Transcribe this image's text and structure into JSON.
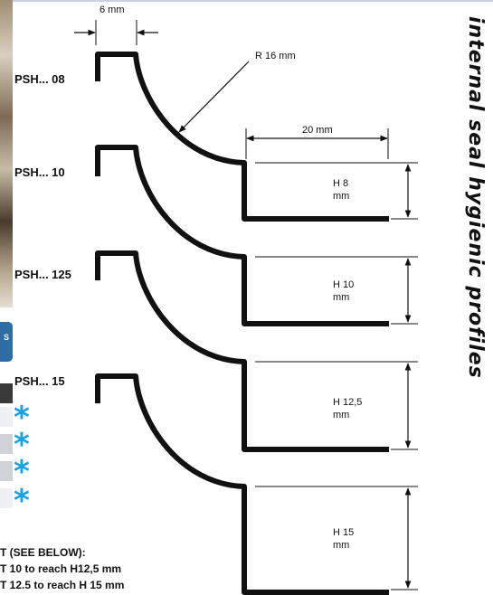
{
  "dimensions": {
    "width_label": "6 mm",
    "radius_label": "R 16 mm",
    "length_label": "20 mm"
  },
  "profiles": [
    {
      "code": "PSH... 08",
      "height_line1": "H 8",
      "height_line2": "mm"
    },
    {
      "code": "PSH... 10",
      "height_line1": "H 10",
      "height_line2": "mm"
    },
    {
      "code": "PSH... 125",
      "height_line1": "H 12,5",
      "height_line2": "mm"
    },
    {
      "code": "PSH... 15",
      "height_line1": "H 15",
      "height_line2": "mm"
    }
  ],
  "title": "internal seal hygienic profiles",
  "badge_text": "S",
  "notes": {
    "line1": "T (SEE BELOW):",
    "line2": "T 10 to reach H12,5 mm",
    "line3": "T 12.5 to reach H 15 mm"
  },
  "colors": {
    "profile_stroke": "#111111",
    "accent_star": "#19a1e6",
    "badge": "#2f6da6"
  }
}
